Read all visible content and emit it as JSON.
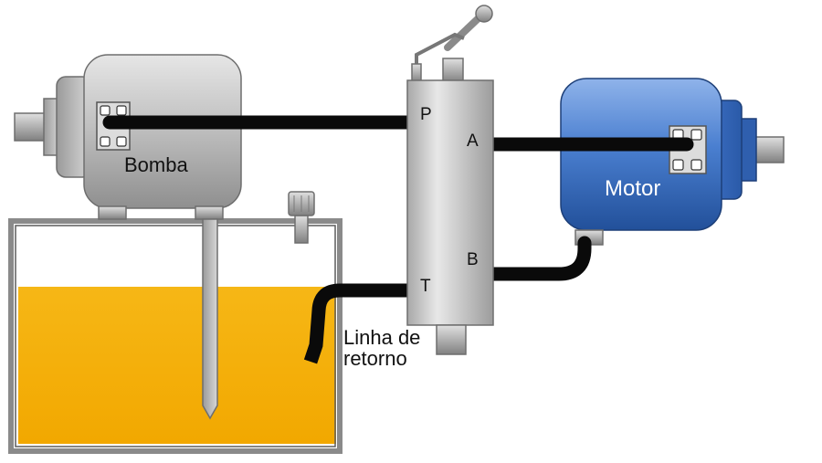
{
  "labels": {
    "pump": "Bomba",
    "motor": "Motor",
    "port_p": "P",
    "port_a": "A",
    "port_b": "B",
    "port_t": "T",
    "return_line_1": "Linha de",
    "return_line_2": "retorno"
  },
  "colors": {
    "oil": "#f5b20f",
    "motor_body": "#4a7fd0",
    "pump_body": "#b9b9b9",
    "valve_body": "#c8c8c8",
    "hose": "#0a0a0a",
    "tank_outline": "#8a8a8a"
  },
  "icons": {
    "pump": "pump-icon",
    "motor": "hydraulic-motor-icon",
    "valve": "directional-valve-icon",
    "tank": "oil-tank-icon"
  }
}
